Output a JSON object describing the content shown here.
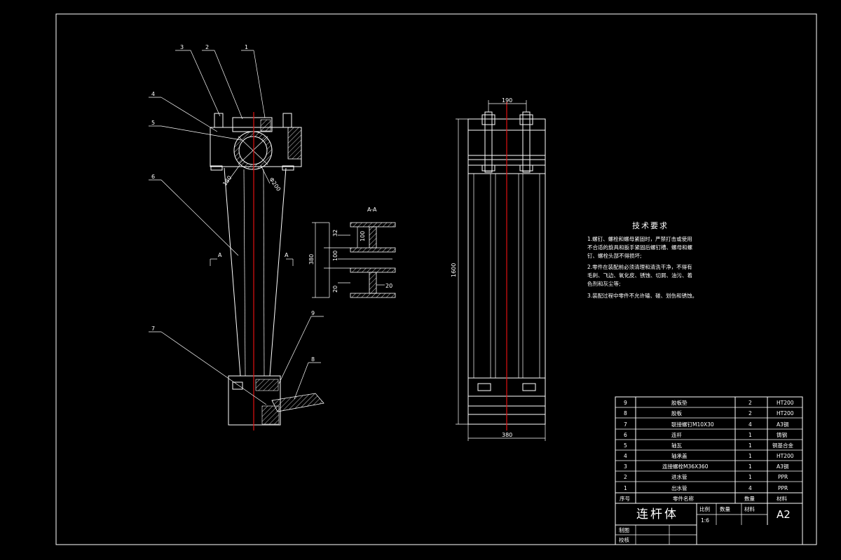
{
  "part_labels": [
    "1",
    "2",
    "3",
    "4",
    "5",
    "6",
    "7",
    "8",
    "9"
  ],
  "section_marks": {
    "left": "A",
    "right": "A",
    "section_title": "A-A"
  },
  "dims": {
    "d180": "180",
    "d200": "Φ200",
    "top_width": "190",
    "height": "1600",
    "bottom_width": "380",
    "sec_32": "32",
    "sec_100a": "100",
    "sec_380": "380",
    "sec_100b": "100",
    "sec_20a": "20",
    "sec_20b": "20"
  },
  "notes": {
    "title": "技术要求",
    "lines": [
      "1.螺钉、螺栓和螺母紧固时，严禁打击或使用",
      "不合适的旋具和扳手紧固后螺钉槽、螺母和螺",
      "钉、螺栓头部不得损坏;",
      "2.零件在装配前必须清理和清洗干净，不得有",
      "毛刺、飞边、氧化皮、锈蚀、切屑、油污、着",
      "色剂和灰尘等;",
      "3.装配过程中零件不允许磕、碰、划伤和锈蚀。"
    ]
  },
  "bom": [
    {
      "no": "9",
      "name": "胶板垫",
      "qty": "2",
      "mat": "HT200"
    },
    {
      "no": "8",
      "name": "胶板",
      "qty": "2",
      "mat": "HT200"
    },
    {
      "no": "7",
      "name": "联接螺钉M10X30",
      "qty": "4",
      "mat": "A3钢"
    },
    {
      "no": "6",
      "name": "连杆",
      "qty": "1",
      "mat": "铸钢"
    },
    {
      "no": "5",
      "name": "轴瓦",
      "qty": "1",
      "mat": "铜基合金"
    },
    {
      "no": "4",
      "name": "轴承盖",
      "qty": "1",
      "mat": "HT200"
    },
    {
      "no": "3",
      "name": "连接螺栓M36X360",
      "qty": "1",
      "mat": "A3钢"
    },
    {
      "no": "2",
      "name": "进水管",
      "qty": "1",
      "mat": "PPR"
    },
    {
      "no": "1",
      "name": "出水管",
      "qty": "4",
      "mat": "PPR"
    }
  ],
  "bom_header": {
    "no": "序号",
    "name": "零件名称",
    "qty": "数量",
    "mat": "材料"
  },
  "title_block": {
    "title": "连杆体",
    "scale_label": "比例",
    "scale_value": "1:6",
    "qty_label": "数量",
    "mat_label": "材料",
    "sheet": "A2",
    "drawn_label": "制图",
    "checked_label": "校核"
  },
  "colors": {
    "background": "#000000",
    "lines": "#ffffff",
    "centerline": "#e01010"
  }
}
